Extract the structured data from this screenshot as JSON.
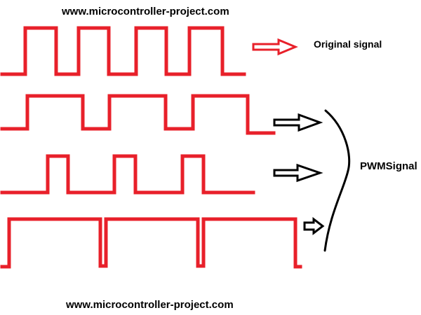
{
  "header": {
    "url_top": "www.microcontroller-project.com"
  },
  "footer": {
    "url_bottom": "www.microcontroller-project.com"
  },
  "labels": {
    "original": "Original signal",
    "pwm": "PWMSignal"
  },
  "colors": {
    "wave": "#e8202a",
    "arrow_original": "#e8202a",
    "arrow_pwm": "#000000",
    "brace": "#000000",
    "text": "#000000"
  },
  "waves": [
    {
      "name": "original-signal-wave",
      "duty": 0.5
    },
    {
      "name": "pwm-wave-1",
      "duty": 0.65
    },
    {
      "name": "pwm-wave-2",
      "duty": 0.35
    },
    {
      "name": "pwm-wave-3",
      "duty": 0.95
    }
  ]
}
